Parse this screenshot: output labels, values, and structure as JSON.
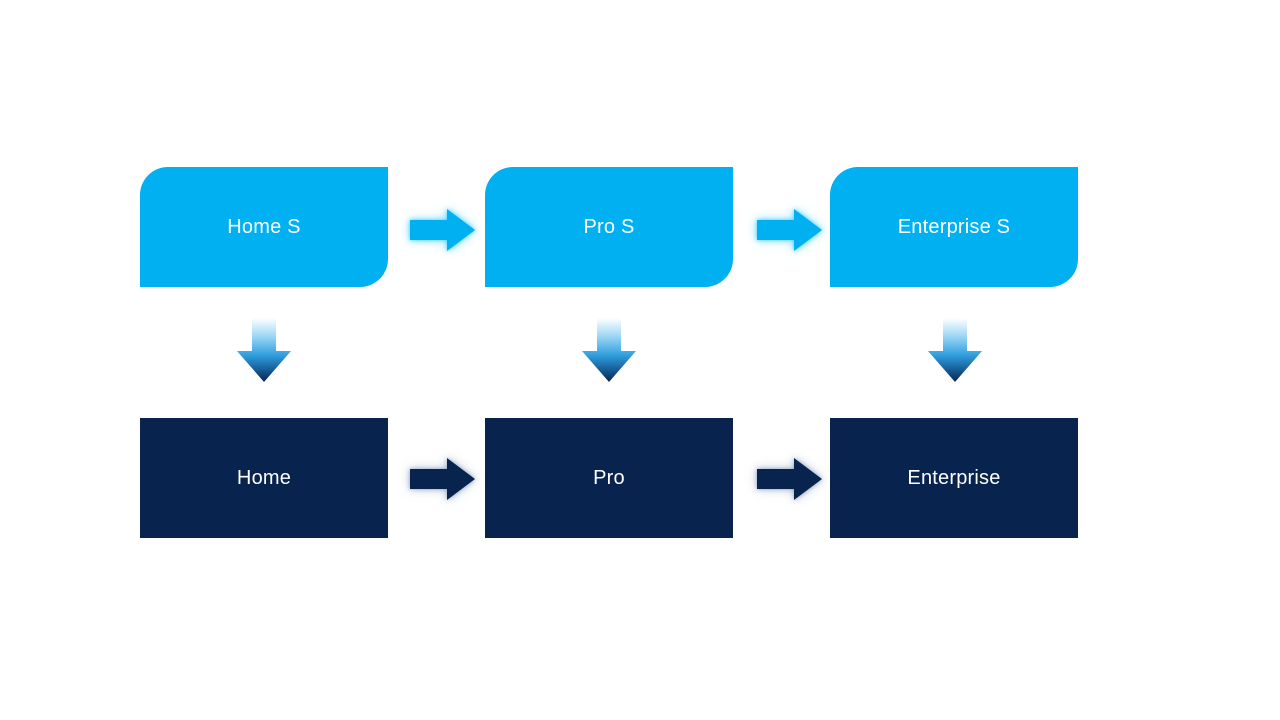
{
  "diagram": {
    "type": "process-flow",
    "top_row": {
      "items": [
        {
          "label": "Home S"
        },
        {
          "label": "Pro S"
        },
        {
          "label": "Enterprise S"
        }
      ]
    },
    "bottom_row": {
      "items": [
        {
          "label": "Home"
        },
        {
          "label": "Pro"
        },
        {
          "label": "Enterprise"
        }
      ]
    },
    "connectors": {
      "horizontal_top": "right-arrow-icon",
      "horizontal_bottom": "right-arrow-icon",
      "vertical": "down-arrow-icon"
    }
  },
  "colors": {
    "background": "#FFFFFF",
    "light_blue": "#00B0F0",
    "navy": "#08244E",
    "text": "#FFFFFF",
    "down_gradient_top": "#FFFFFF",
    "down_gradient_mid_light": "#9FD7F5",
    "down_gradient_mid": "#2F9FDF",
    "down_gradient_deep": "#14538C",
    "down_gradient_bottom": "#0A2550",
    "glow_light_arrow": "#7DDCFF",
    "glow_dark_arrow": "#8D9FC0"
  }
}
